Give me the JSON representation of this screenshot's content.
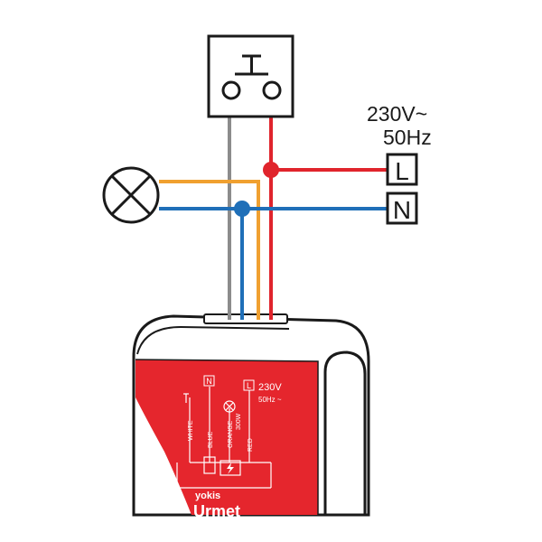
{
  "supply": {
    "voltage": "230V~",
    "frequency": "50Hz",
    "line_terminal": "L",
    "neutral_terminal": "N"
  },
  "device": {
    "terminal_n": "N",
    "terminal_l": "L",
    "rating_voltage": "230V",
    "rating_frequency": "50Hz ~",
    "max_power": "300W",
    "wire_white": "WHITE",
    "wire_blue": "BLUE",
    "wire_orange": "ORANGE",
    "wire_red": "RED",
    "brand_small": "yokis",
    "brand_large": "Urmet"
  },
  "colors": {
    "live_red": "#e0242c",
    "neutral_blue": "#1f6fb8",
    "switched_orange": "#f0a030",
    "switch_grey": "#8c8c8c",
    "device_red": "#e5262d",
    "outline": "#1a1a1a"
  },
  "icons": {
    "push_button": "push-button-switch-icon",
    "lamp": "lamp-cross-icon",
    "device_lamp": "lamp-cross-icon",
    "device_button": "push-button-icon",
    "ground": "ground-icon"
  }
}
